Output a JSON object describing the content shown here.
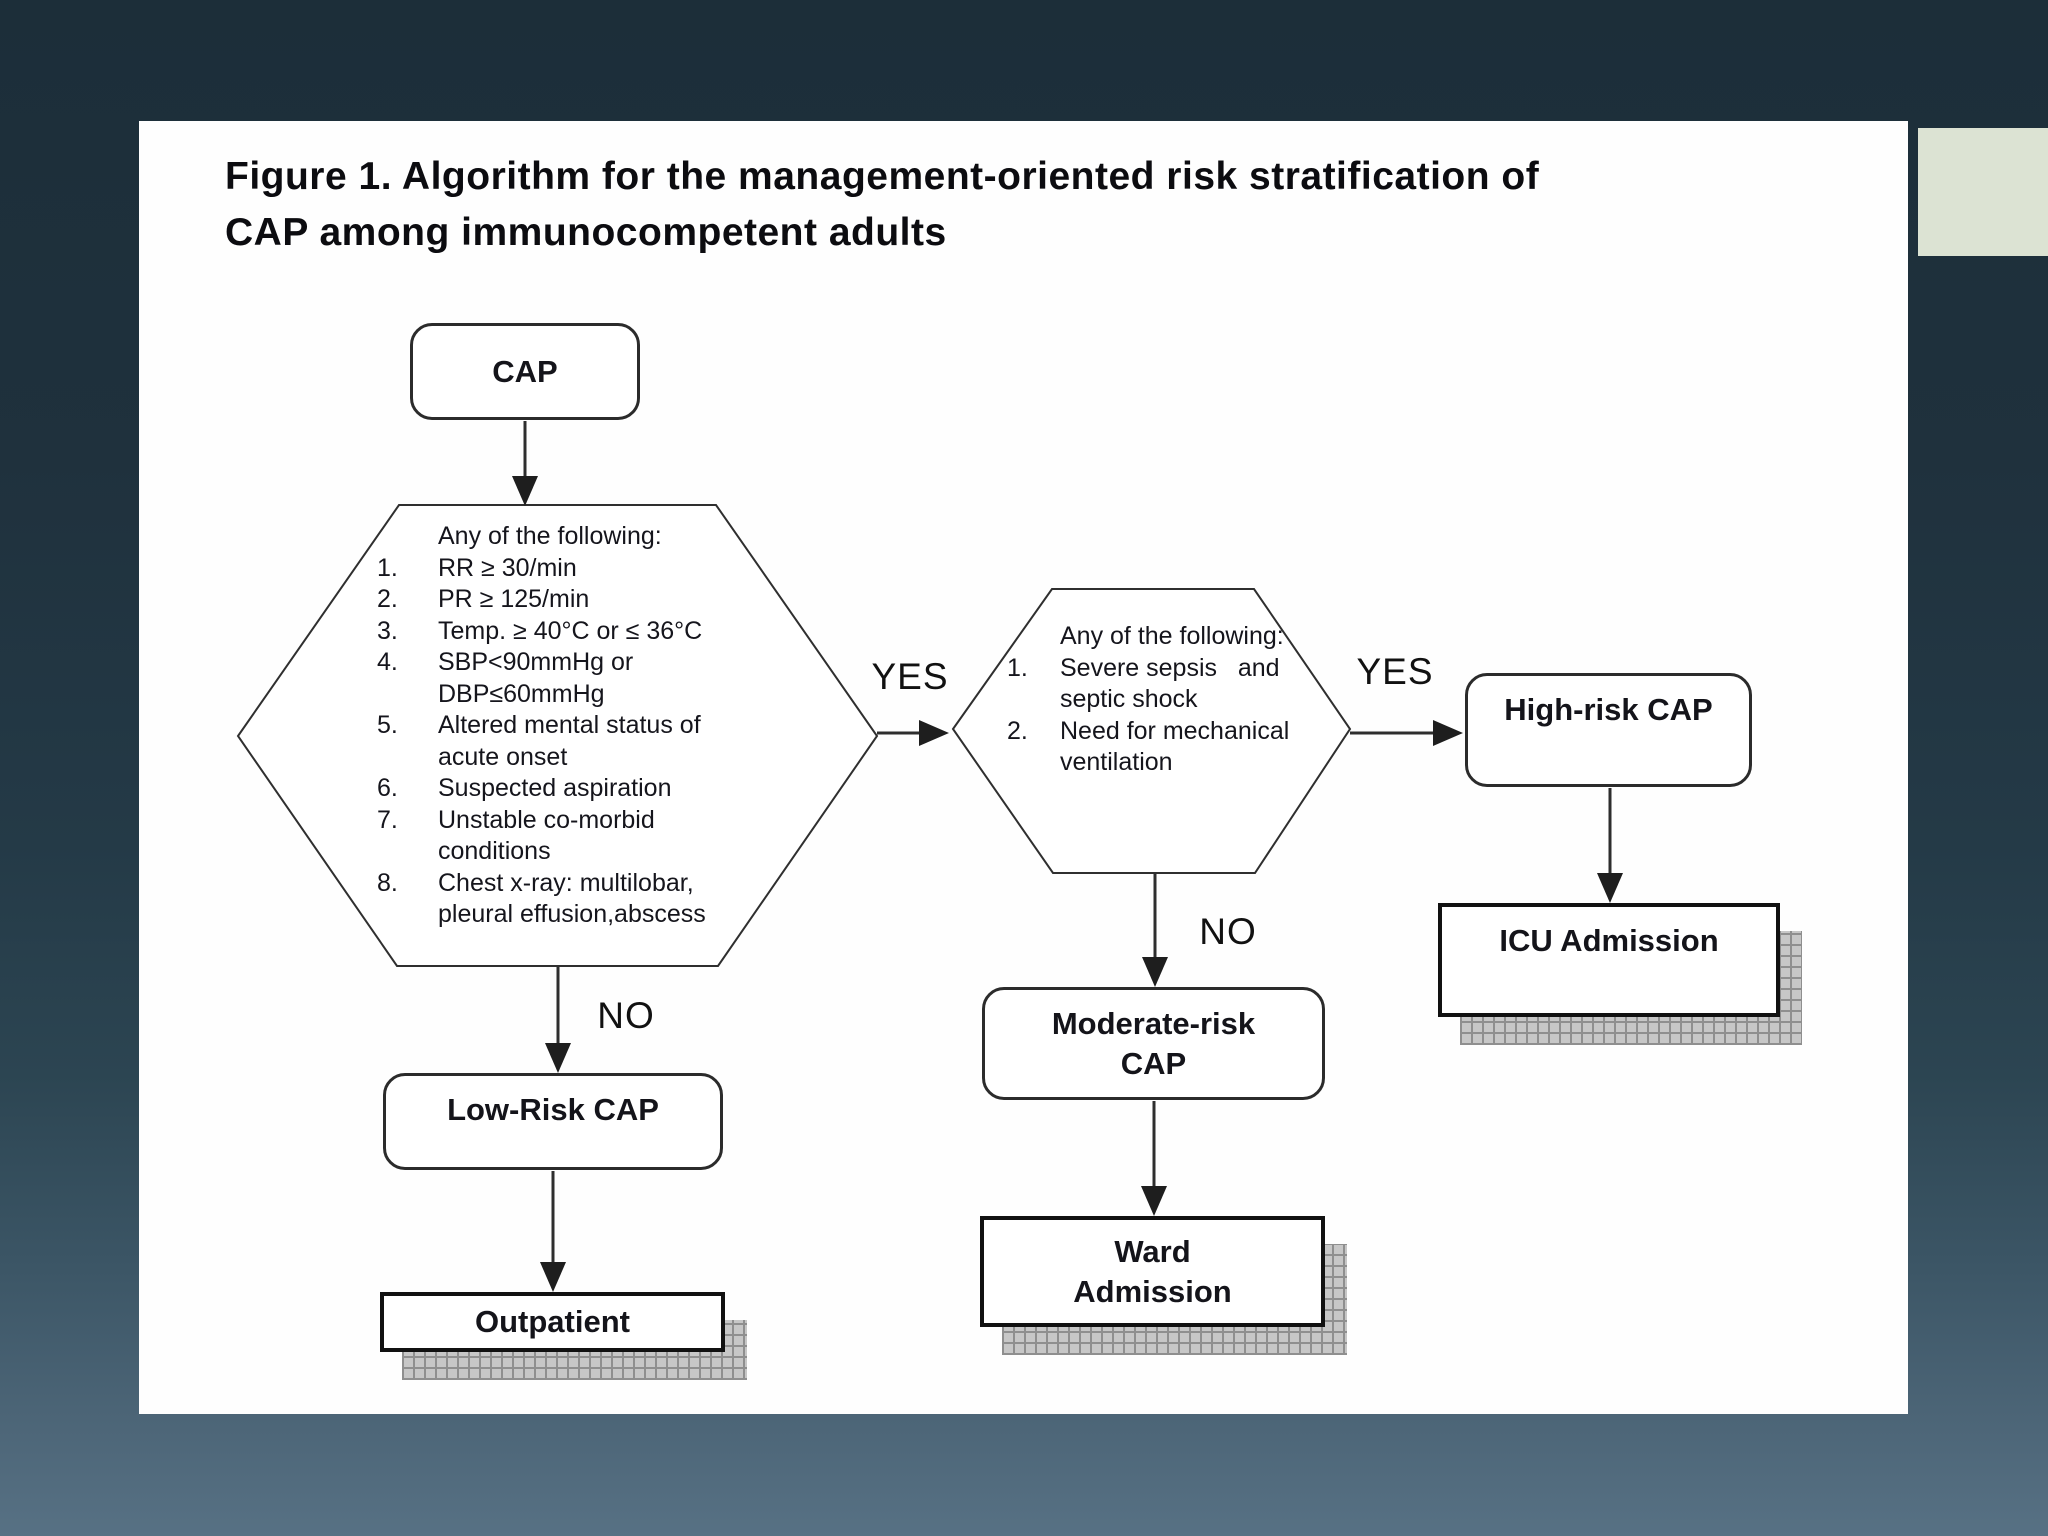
{
  "colors": {
    "background_top": "#1c2e39",
    "background_bottom": "#577184",
    "corner_tab": "#dce3d3"
  },
  "title": {
    "lines": [
      "Figure 1. Algorithm for the management-oriented risk stratification of",
      "CAP among immunocompetent adults"
    ]
  },
  "flow": {
    "cap": "CAP",
    "low_risk": "Low-Risk CAP",
    "moderate_risk": "Moderate-risk\nCAP",
    "high_risk": "High-risk CAP",
    "outpatient": "Outpatient",
    "ward": "Ward\nAdmission",
    "icu": "ICU Admission"
  },
  "labels": {
    "yes1": "YES",
    "yes2": "YES",
    "no1": "NO",
    "no2": "NO"
  },
  "d1": {
    "header": "Any of the following:",
    "items": [
      {
        "num": "1.",
        "text": "RR ≥ 30/min"
      },
      {
        "num": "2.",
        "text": "PR ≥ 125/min"
      },
      {
        "num": "3.",
        "text": "Temp. ≥ 40°C or ≤ 36°C"
      },
      {
        "num": "4.",
        "text": "SBP<90mmHg or\nDBP≤60mmHg"
      },
      {
        "num": "5.",
        "text": "Altered mental status of\nacute onset"
      },
      {
        "num": "6.",
        "text": "Suspected aspiration"
      },
      {
        "num": "7.",
        "text": "Unstable co-morbid\nconditions"
      },
      {
        "num": "8.",
        "text": "Chest x-ray: multilobar,\npleural effusion,abscess"
      }
    ]
  },
  "d2": {
    "header": "Any of the following:",
    "items": [
      {
        "num": "1.",
        "text": "Severe sepsis   and\nseptic shock"
      },
      {
        "num": "2.",
        "text": "Need for mechanical\nventilation"
      }
    ]
  }
}
